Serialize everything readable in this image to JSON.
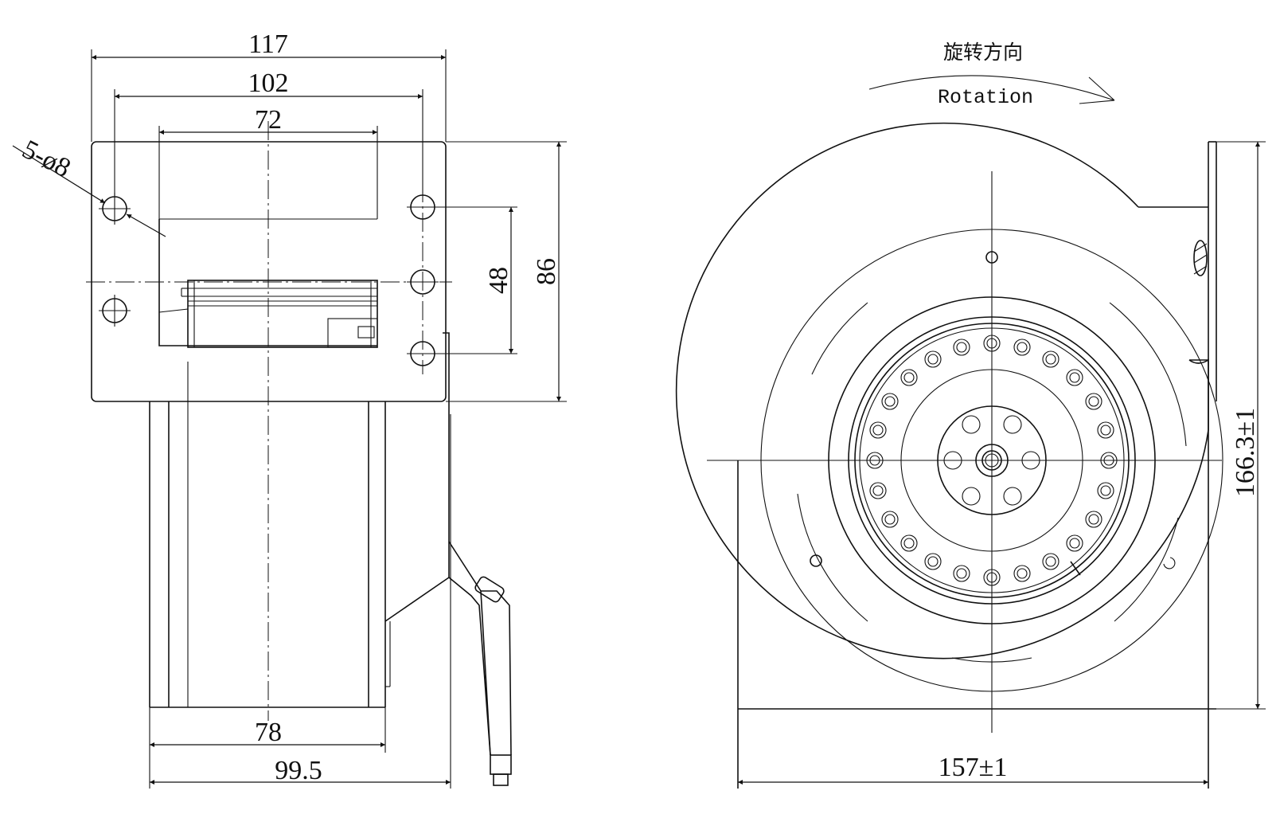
{
  "side_view": {
    "dim_117": "117",
    "dim_102": "102",
    "dim_72": "72",
    "dim_holes": "5-ø8",
    "dim_48": "48",
    "dim_86": "86",
    "dim_78": "78",
    "dim_99_5": "99.5"
  },
  "front_view": {
    "rotation_cn": "旋转方向",
    "rotation_en": "Rotation",
    "dim_height": "166.3±1",
    "dim_width": "157±1"
  }
}
